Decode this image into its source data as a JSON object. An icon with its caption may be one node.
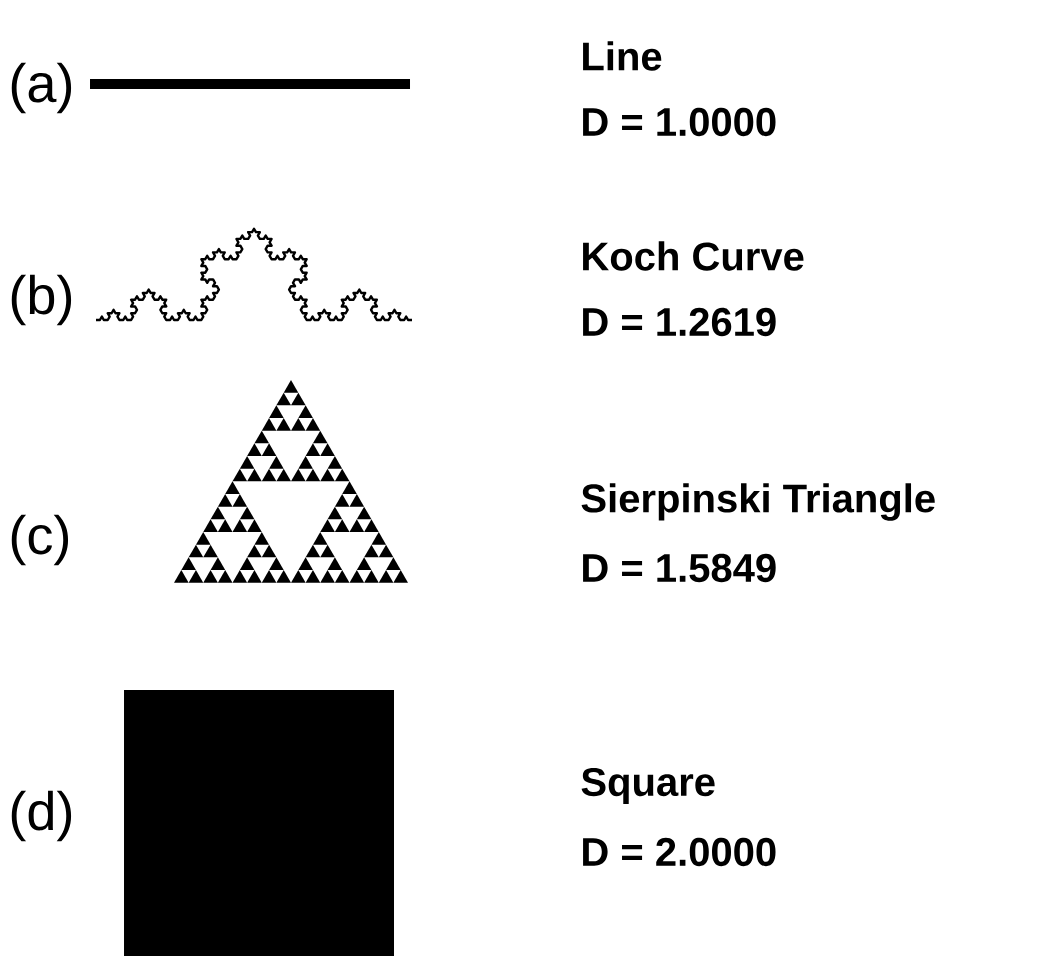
{
  "diagram": {
    "labels": [
      "(a)",
      "Line",
      "D = 1.0000",
      "(b)",
      "Koch Curve",
      "D = 1.2619",
      "(c)",
      "Sierpinski Triangle",
      "D = 1.5849",
      "(d)",
      "Square",
      "D = 2.0000"
    ]
  }
}
